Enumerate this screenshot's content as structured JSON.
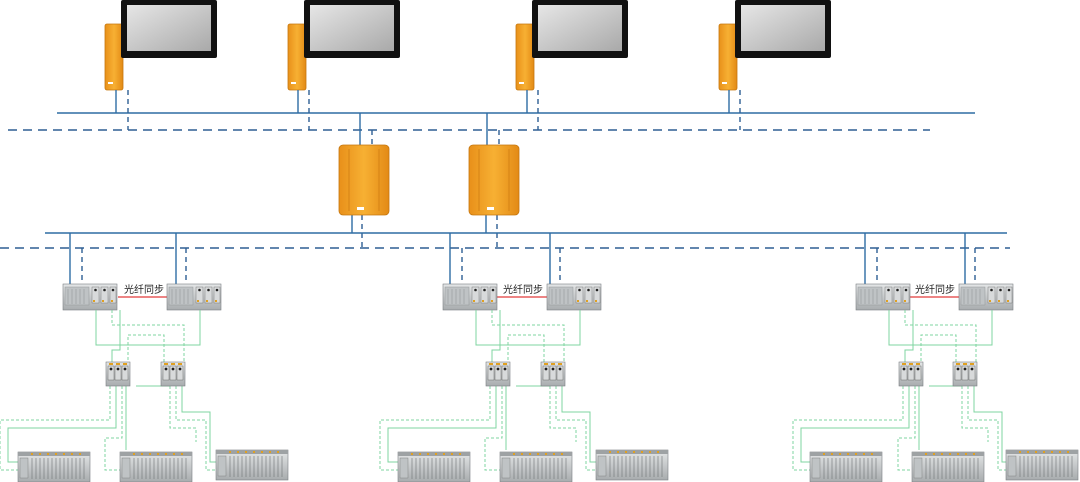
{
  "diagram": {
    "sync_label": "光纤同步",
    "colors": {
      "primary_network": "#2e6da4",
      "redundant_network": "#2e5f94",
      "field_link": "#7fd4a0",
      "fiber_sync": "#e23b3b",
      "server_orange": "#f4a623",
      "monitor_frame": "#111111",
      "module_gray": "#c9ccce"
    },
    "icons": [
      "operator-station-icon",
      "server-cabinet-icon",
      "controller-rack-icon",
      "io-module-icon",
      "remote-io-rack-icon"
    ],
    "counts": {
      "operator_stations": 4,
      "servers": 2,
      "controller_groups": 3
    }
  }
}
